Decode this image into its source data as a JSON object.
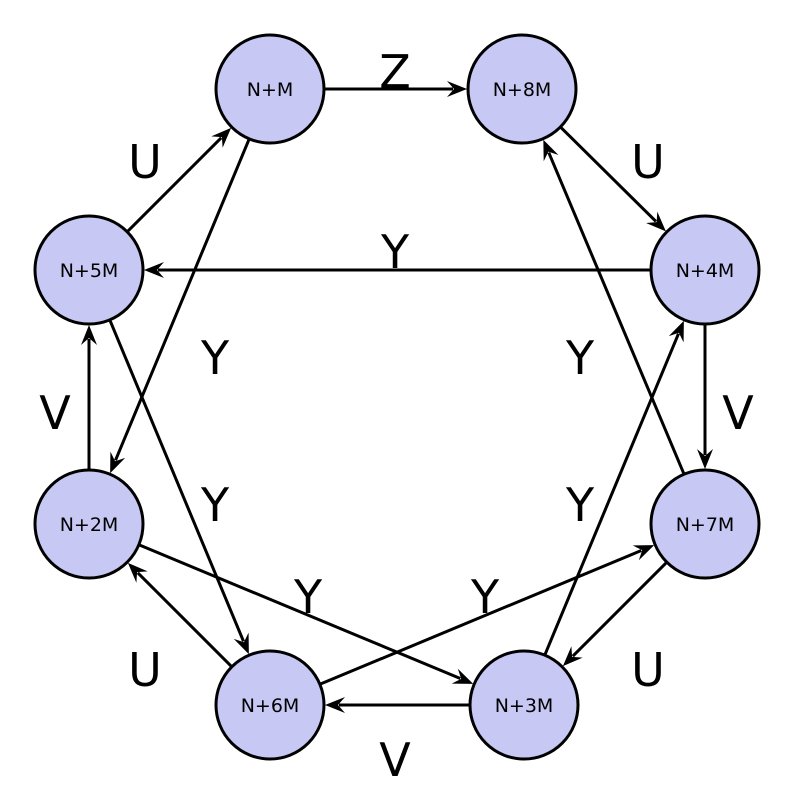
{
  "nodes": [
    {
      "id": "n1",
      "label": "N+M"
    },
    {
      "id": "n8",
      "label": "N+8M"
    },
    {
      "id": "n4",
      "label": "N+4M"
    },
    {
      "id": "n7",
      "label": "N+7M"
    },
    {
      "id": "n3",
      "label": "N+3M"
    },
    {
      "id": "n6",
      "label": "N+6M"
    },
    {
      "id": "n2",
      "label": "N+2M"
    },
    {
      "id": "n5",
      "label": "N+5M"
    }
  ],
  "edges": [
    {
      "from": "n1",
      "to": "n8",
      "label": "Z"
    },
    {
      "from": "n8",
      "to": "n4",
      "label": "U"
    },
    {
      "from": "n4",
      "to": "n5",
      "label": "Y"
    },
    {
      "from": "n5",
      "to": "n1",
      "label": "U"
    },
    {
      "from": "n1",
      "to": "n2",
      "label": "Y"
    },
    {
      "from": "n5",
      "to": "n6",
      "label": "Y"
    },
    {
      "from": "n2",
      "to": "n5",
      "label": "V"
    },
    {
      "from": "n4",
      "to": "n7",
      "label": "V"
    },
    {
      "from": "n7",
      "to": "n8",
      "label": "Y"
    },
    {
      "from": "n3",
      "to": "n4",
      "label": "Y"
    },
    {
      "from": "n2",
      "to": "n3",
      "label": "Y"
    },
    {
      "from": "n6",
      "to": "n7",
      "label": "Y"
    },
    {
      "from": "n6",
      "to": "n2",
      "label": "U"
    },
    {
      "from": "n7",
      "to": "n3",
      "label": "U"
    },
    {
      "from": "n3",
      "to": "n6",
      "label": "V"
    }
  ]
}
